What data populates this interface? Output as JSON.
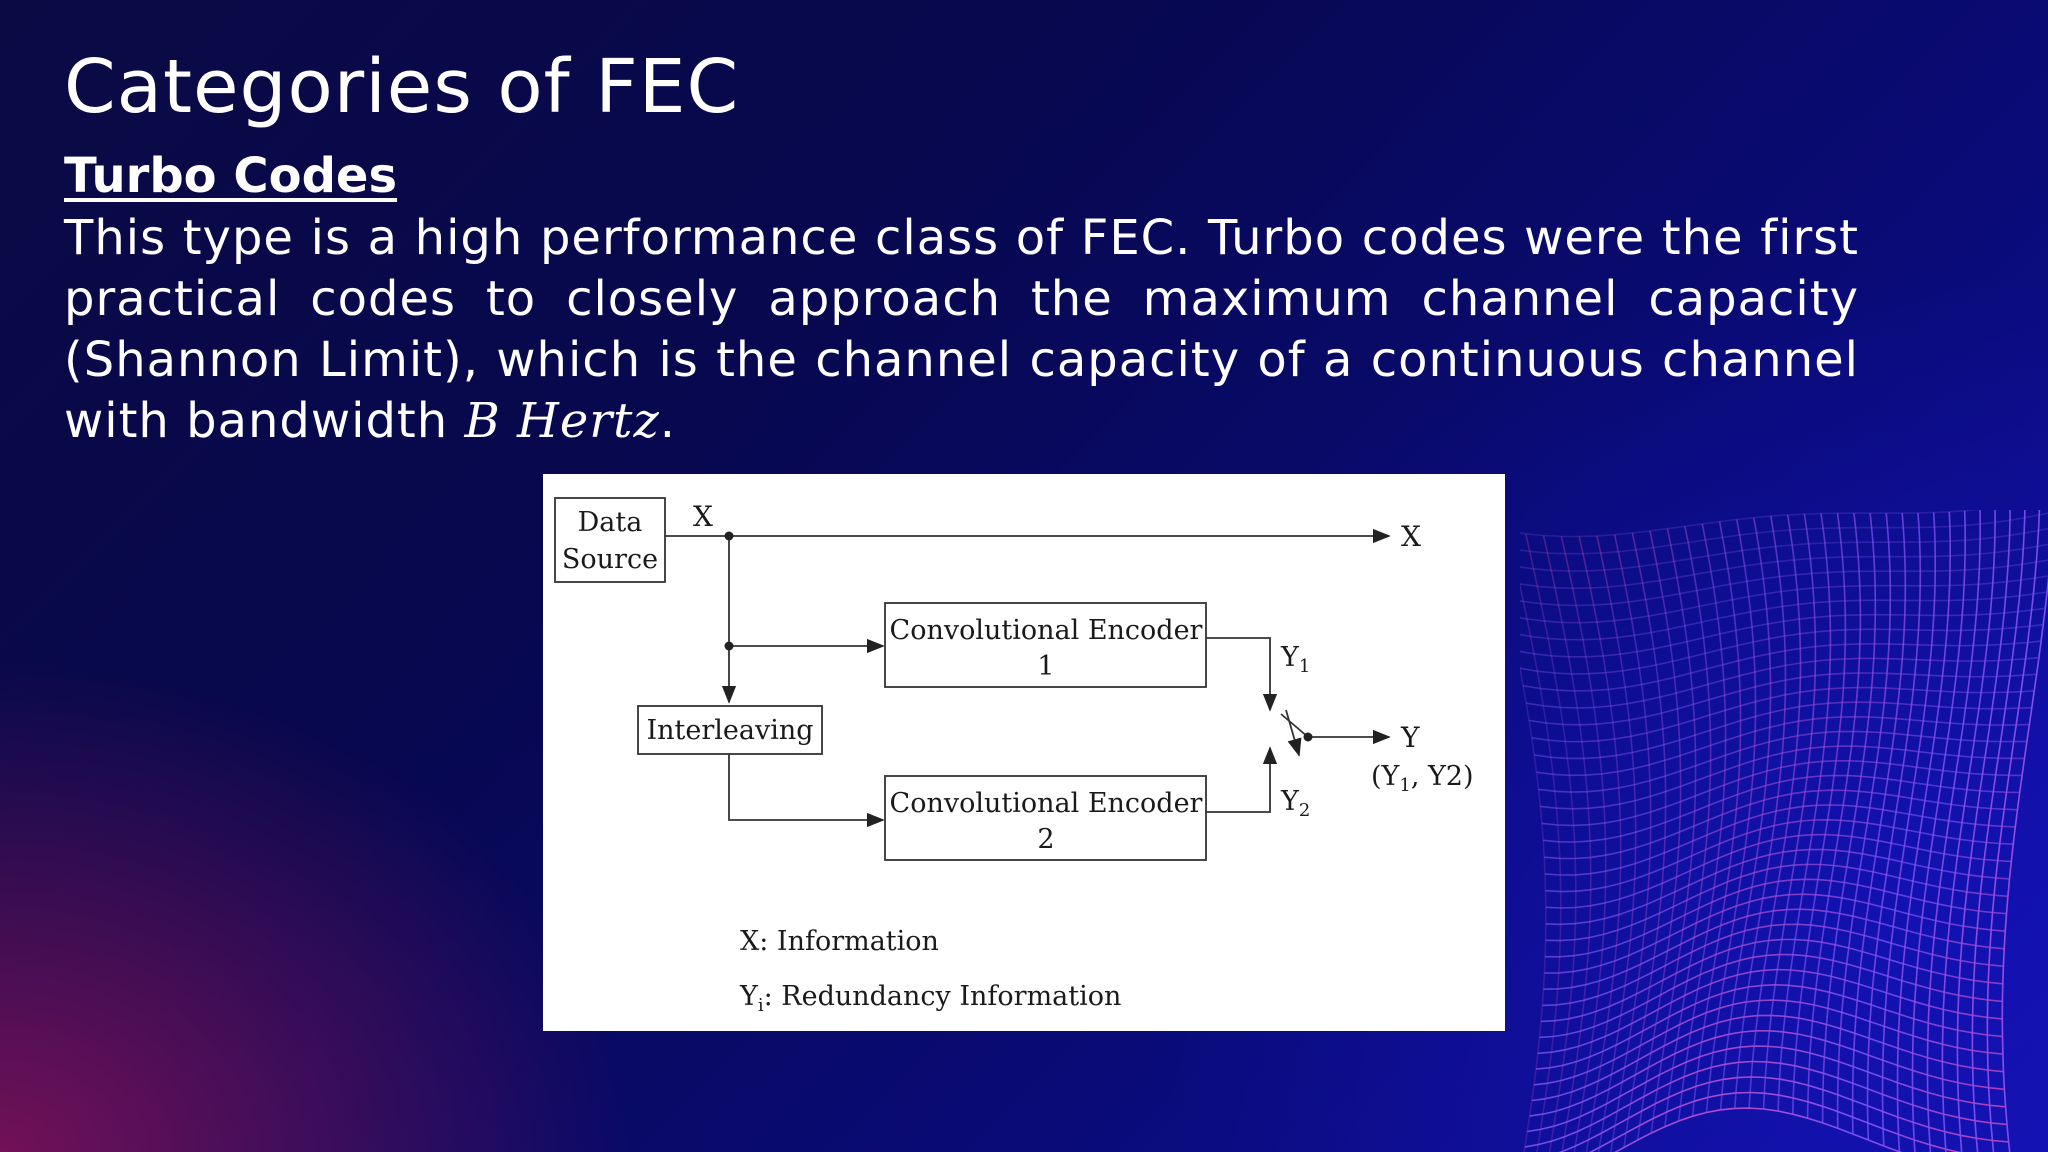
{
  "slide": {
    "title": "Categories of FEC",
    "subtitle": "Turbo Codes",
    "body_prefix": "This type is a high performance class of FEC. Turbo codes were the first practical codes to closely approach the maximum channel capacity (Shannon Limit), which is the channel capacity of a continuous channel with bandwidth ",
    "body_math": "B Hertz",
    "body_suffix": "."
  },
  "diagram": {
    "data_source_line1": "Data",
    "data_source_line2": "Source",
    "x_label": "X",
    "x_out_label": "X",
    "encoder1_line1": "Convolutional Encoder",
    "encoder1_line2": "1",
    "encoder2_line1": "Convolutional Encoder",
    "encoder2_line2": "2",
    "interleaving": "Interleaving",
    "y1_label": "Y",
    "y1_sub": "1",
    "y2_label": "Y",
    "y2_sub": "2",
    "y_out_label": "Y",
    "y_pair_open": "(Y",
    "y_pair_sub": "1",
    "y_pair_rest": ", Y2)",
    "legend_x": "X:  Information",
    "legend_y_main": "Y",
    "legend_y_sub": "i",
    "legend_y_rest": ": Redundancy Information"
  },
  "colors": {
    "accent_mesh_pink": "#ff3fa0",
    "accent_mesh_blue": "#6a6aff"
  }
}
